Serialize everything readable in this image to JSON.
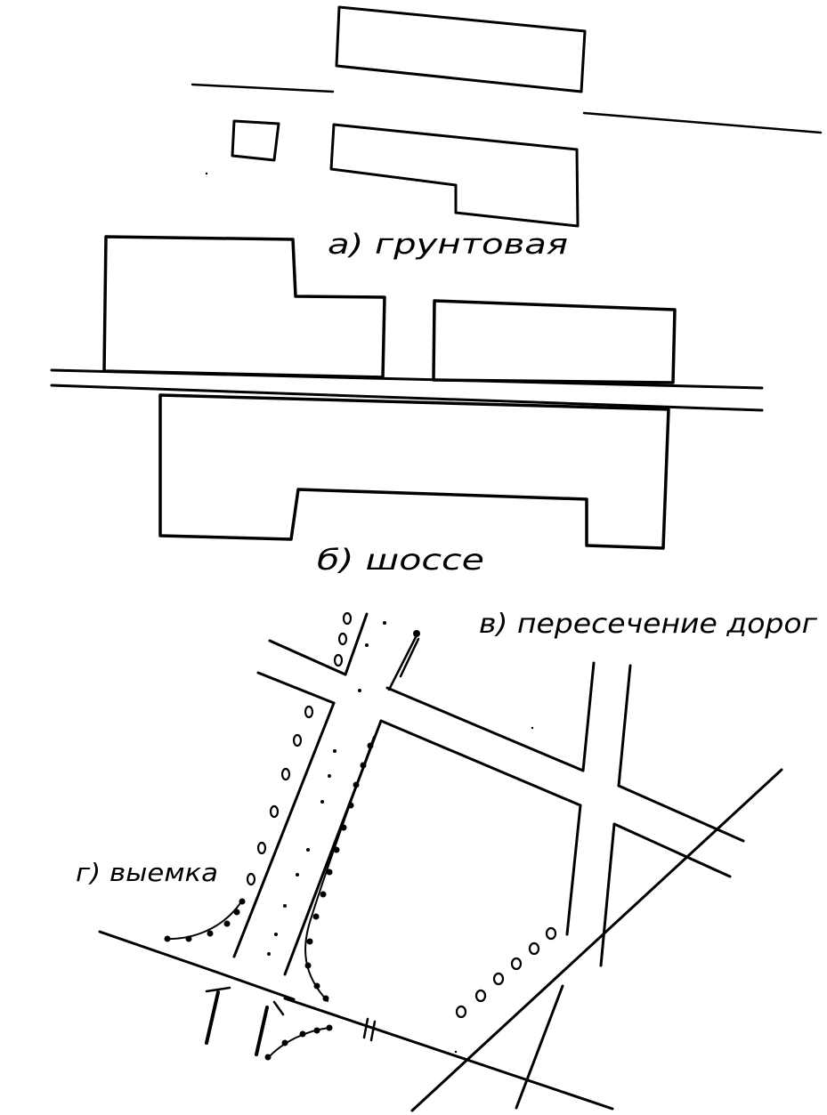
{
  "labels": {
    "a": "а) грунтовая",
    "b": "б) шоссе",
    "v": "в) пересечение дорог",
    "g": "г) выемка"
  }
}
